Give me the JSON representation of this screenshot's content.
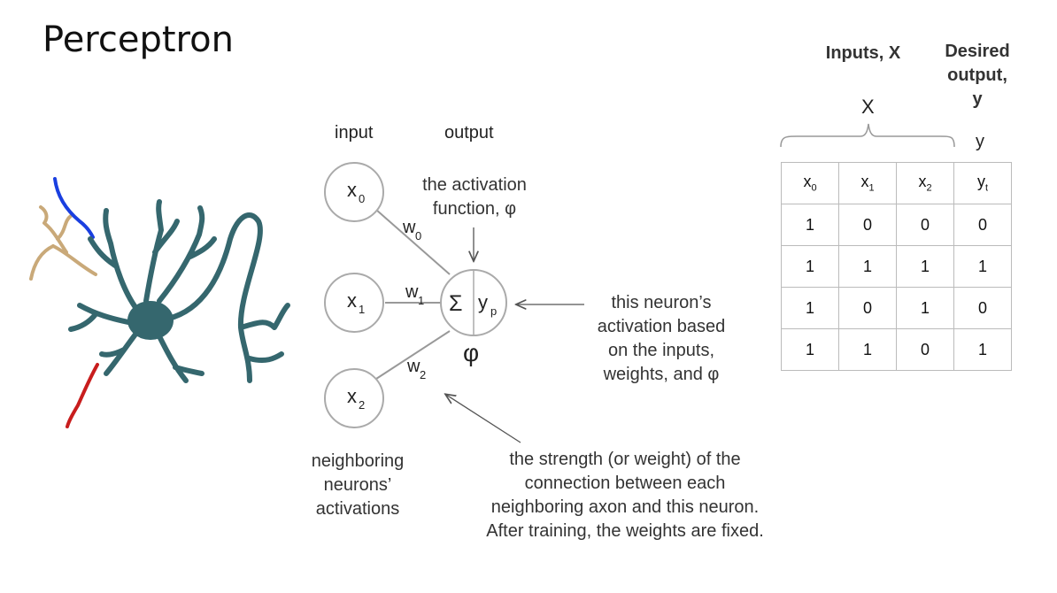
{
  "slide": {
    "title": "Perceptron"
  },
  "diagram": {
    "input_label": "input",
    "output_label": "output",
    "inputs": [
      {
        "var": "x",
        "sub": "0",
        "weight": "w",
        "weight_sub": "0"
      },
      {
        "var": "x",
        "sub": "1",
        "weight": "w",
        "weight_sub": "1"
      },
      {
        "var": "x",
        "sub": "2",
        "weight": "w",
        "weight_sub": "2"
      }
    ],
    "sigma": "Σ",
    "output_var": "y",
    "output_sub": "p",
    "phi": "φ",
    "annotations": {
      "activation_fn": [
        "the activation",
        "function, φ"
      ],
      "neuron_activation": [
        "this neuron’s",
        "activation based",
        "on the inputs,",
        "weights, and φ"
      ],
      "neighbors": [
        "neighboring",
        "neurons’",
        "activations"
      ],
      "weights": [
        "the strength (or weight) of the",
        "connection between each",
        "neighboring axon and this neuron.",
        "After training, the weights are fixed."
      ]
    },
    "colors": {
      "neuron": "#35676e",
      "dendrite_tan": "#c9a979",
      "blue_axon": "#1a3fe0",
      "red_axon": "#c81d1d"
    }
  },
  "table": {
    "inputs_header": "Inputs, X",
    "desired_header": [
      "Desired",
      "output,",
      "y"
    ],
    "x_label": "X",
    "y_label": "y",
    "columns": [
      {
        "var": "x",
        "sub": "0"
      },
      {
        "var": "x",
        "sub": "1"
      },
      {
        "var": "x",
        "sub": "2"
      },
      {
        "var": "y",
        "sub": "t"
      }
    ],
    "rows": [
      [
        "1",
        "0",
        "0",
        "0"
      ],
      [
        "1",
        "1",
        "1",
        "1"
      ],
      [
        "1",
        "0",
        "1",
        "0"
      ],
      [
        "1",
        "1",
        "0",
        "1"
      ]
    ]
  }
}
